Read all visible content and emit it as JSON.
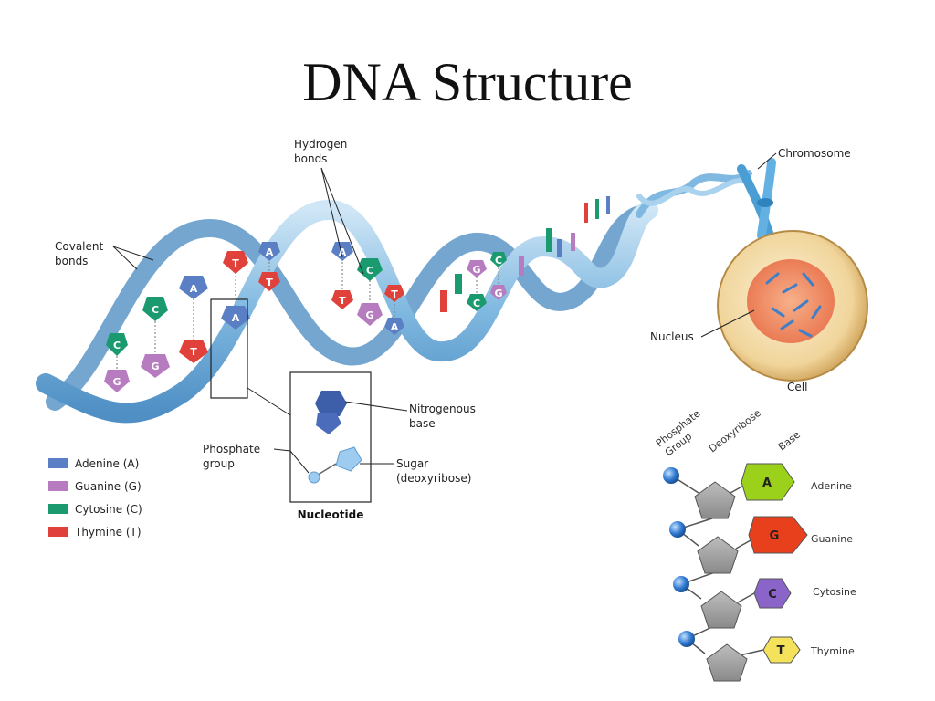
{
  "title": "DNA Structure",
  "labels": {
    "hydrogen_bonds_1": "Hydrogen",
    "hydrogen_bonds_2": "bonds",
    "covalent_bonds_1": "Covalent",
    "covalent_bonds_2": "bonds",
    "chromosome": "Chromosome",
    "nucleus": "Nucleus",
    "cell": "Cell",
    "nitrogenous_base_1": "Nitrogenous",
    "nitrogenous_base_2": "base",
    "phosphate_group_1": "Phosphate",
    "phosphate_group_2": "group",
    "sugar_1": "Sugar",
    "sugar_2": "(deoxyribose)",
    "nucleotide": "Nucleotide"
  },
  "legend": [
    {
      "label": "Adenine (A)",
      "color": "#5b7fc4"
    },
    {
      "label": "Guanine (G)",
      "color": "#b77bc0"
    },
    {
      "label": "Cytosine (C)",
      "color": "#1a9a6e"
    },
    {
      "label": "Thymine (T)",
      "color": "#e0413a"
    }
  ],
  "helix_bases": [
    "G",
    "C",
    "G",
    "C",
    "A",
    "T",
    "T",
    "A",
    "A",
    "T",
    "C",
    "G",
    "A",
    "T",
    "T",
    "A",
    "G",
    "C",
    "C",
    "G"
  ],
  "nucleotide_chain": {
    "header": {
      "phosphate_1": "Phosphate",
      "phosphate_2": "Group",
      "deoxyribose": "Deoxyribose",
      "base": "Base"
    },
    "bases": [
      {
        "letter": "A",
        "name": "Adenine",
        "color": "#9bd11a"
      },
      {
        "letter": "G",
        "name": "Guanine",
        "color": "#e8401c"
      },
      {
        "letter": "C",
        "name": "Cytosine",
        "color": "#8a64c8"
      },
      {
        "letter": "T",
        "name": "Thymine",
        "color": "#f4e35a"
      }
    ]
  }
}
